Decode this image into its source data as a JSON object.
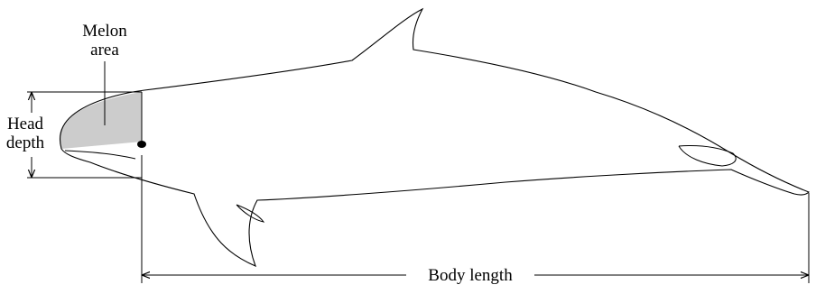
{
  "labels": {
    "melon_line1": "Melon",
    "melon_line2": "area",
    "head_line1": "Head",
    "head_line2": "depth",
    "body_length": "Body length"
  },
  "colors": {
    "outline": "#000000",
    "melon_fill": "#cccccc",
    "background": "#ffffff"
  }
}
